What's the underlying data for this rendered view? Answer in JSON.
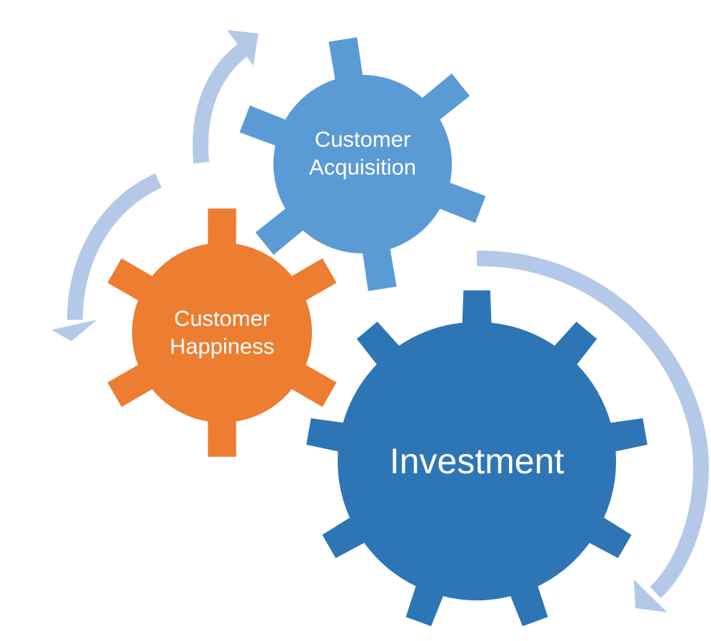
{
  "diagram": {
    "gears": [
      {
        "id": "acquisition",
        "label_line1": "Customer",
        "label_line2": "Acquisition",
        "color": "#5B9BD5"
      },
      {
        "id": "happiness",
        "label_line1": "Customer",
        "label_line2": "Happiness",
        "color": "#ED7D31"
      },
      {
        "id": "investment",
        "label": "Investment",
        "color": "#2E75B6"
      }
    ],
    "arrow_color": "#B4C9E7"
  }
}
